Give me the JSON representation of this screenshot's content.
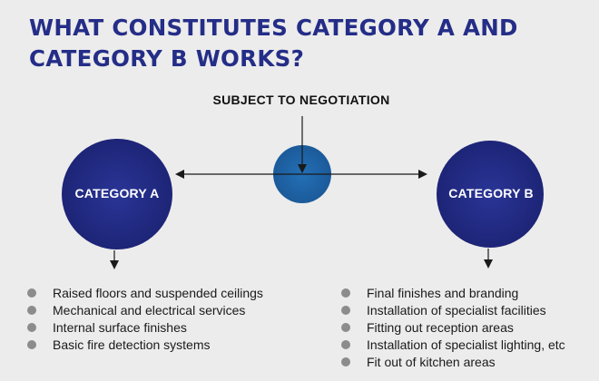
{
  "title": {
    "line1": "WHAT CONSTITUTES CATEGORY A AND",
    "line2": "CATEGORY B WORKS?"
  },
  "center_label": "SUBJECT TO NEGOTIATION",
  "category_a": {
    "label": "CATEGORY A",
    "items": [
      "Raised floors and suspended ceilings",
      "Mechanical and electrical services",
      "Internal surface finishes",
      "Basic fire detection systems"
    ]
  },
  "category_b": {
    "label": "CATEGORY B",
    "items": [
      "Final finishes and branding",
      "Installation of specialist facilities",
      "Fitting out reception areas",
      "Installation of specialist lighting, etc",
      "Fit out of kitchen areas"
    ]
  },
  "colors": {
    "title": "#242d87",
    "circle_a": "#232b85",
    "circle_b": "#232b85",
    "center_circle": "#1d5fa5",
    "bullet": "#8c8c8c",
    "background": "#ececec"
  }
}
